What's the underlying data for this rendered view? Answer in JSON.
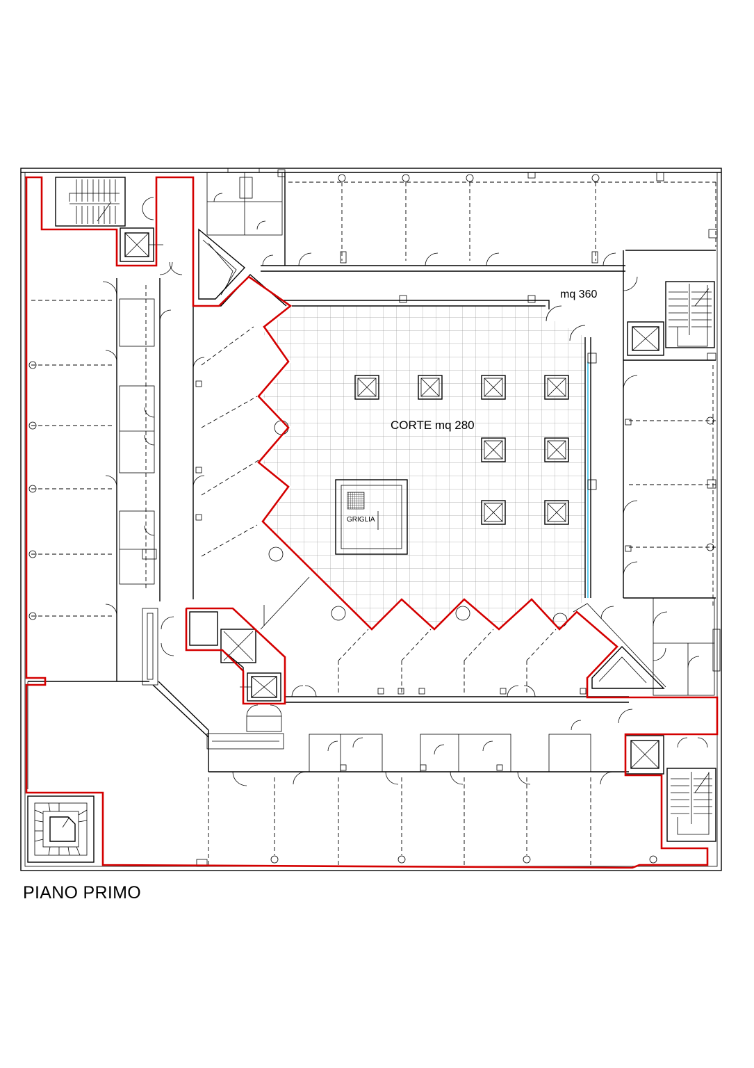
{
  "drawing": {
    "sheet_title": "PIANO PRIMO",
    "labels": {
      "area_total": "mq 360",
      "courtyard": "CORTE mq 280",
      "grate": "GRIGLIA"
    },
    "colors": {
      "walls": "#000000",
      "highlight_boundary": "#d40000",
      "courtyard_grid": "#9a9a9a",
      "glazing": "#19b6e6"
    }
  }
}
